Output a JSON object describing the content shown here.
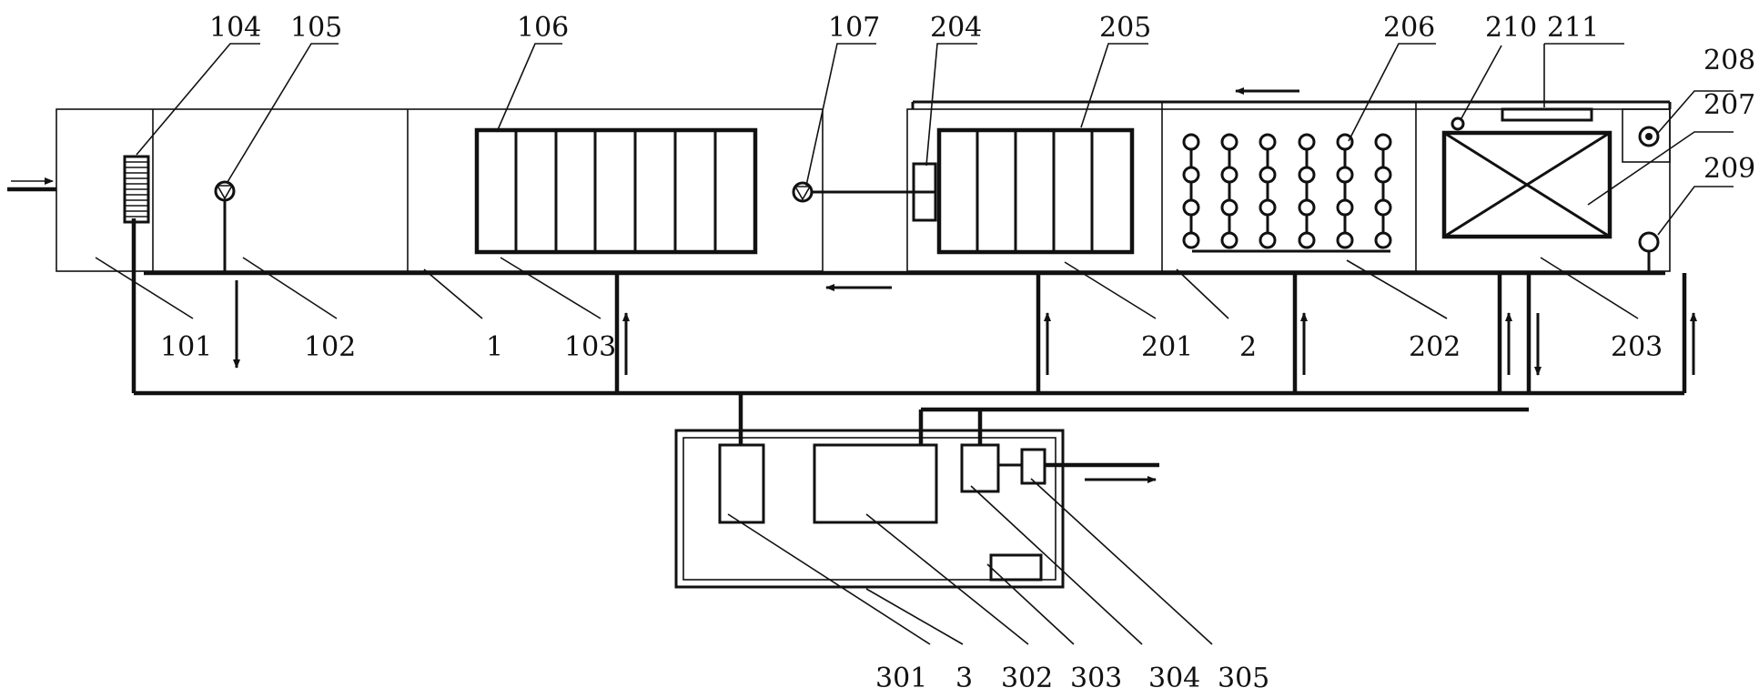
{
  "colors": {
    "line": "#111111",
    "background": "#ffffff"
  },
  "labels": {
    "l104": "104",
    "l105": "105",
    "l106": "106",
    "l107": "107",
    "l204": "204",
    "l205": "205",
    "l206": "206",
    "l210": "210",
    "l211": "211",
    "l208": "208",
    "l207": "207",
    "l209": "209",
    "l101": "101",
    "l102": "102",
    "l1": "1",
    "l103": "103",
    "l201": "201",
    "l2": "2",
    "l202": "202",
    "l203": "203",
    "l301": "301",
    "l3": "3",
    "l302": "302",
    "l303": "303",
    "l304": "304",
    "l305": "305"
  }
}
